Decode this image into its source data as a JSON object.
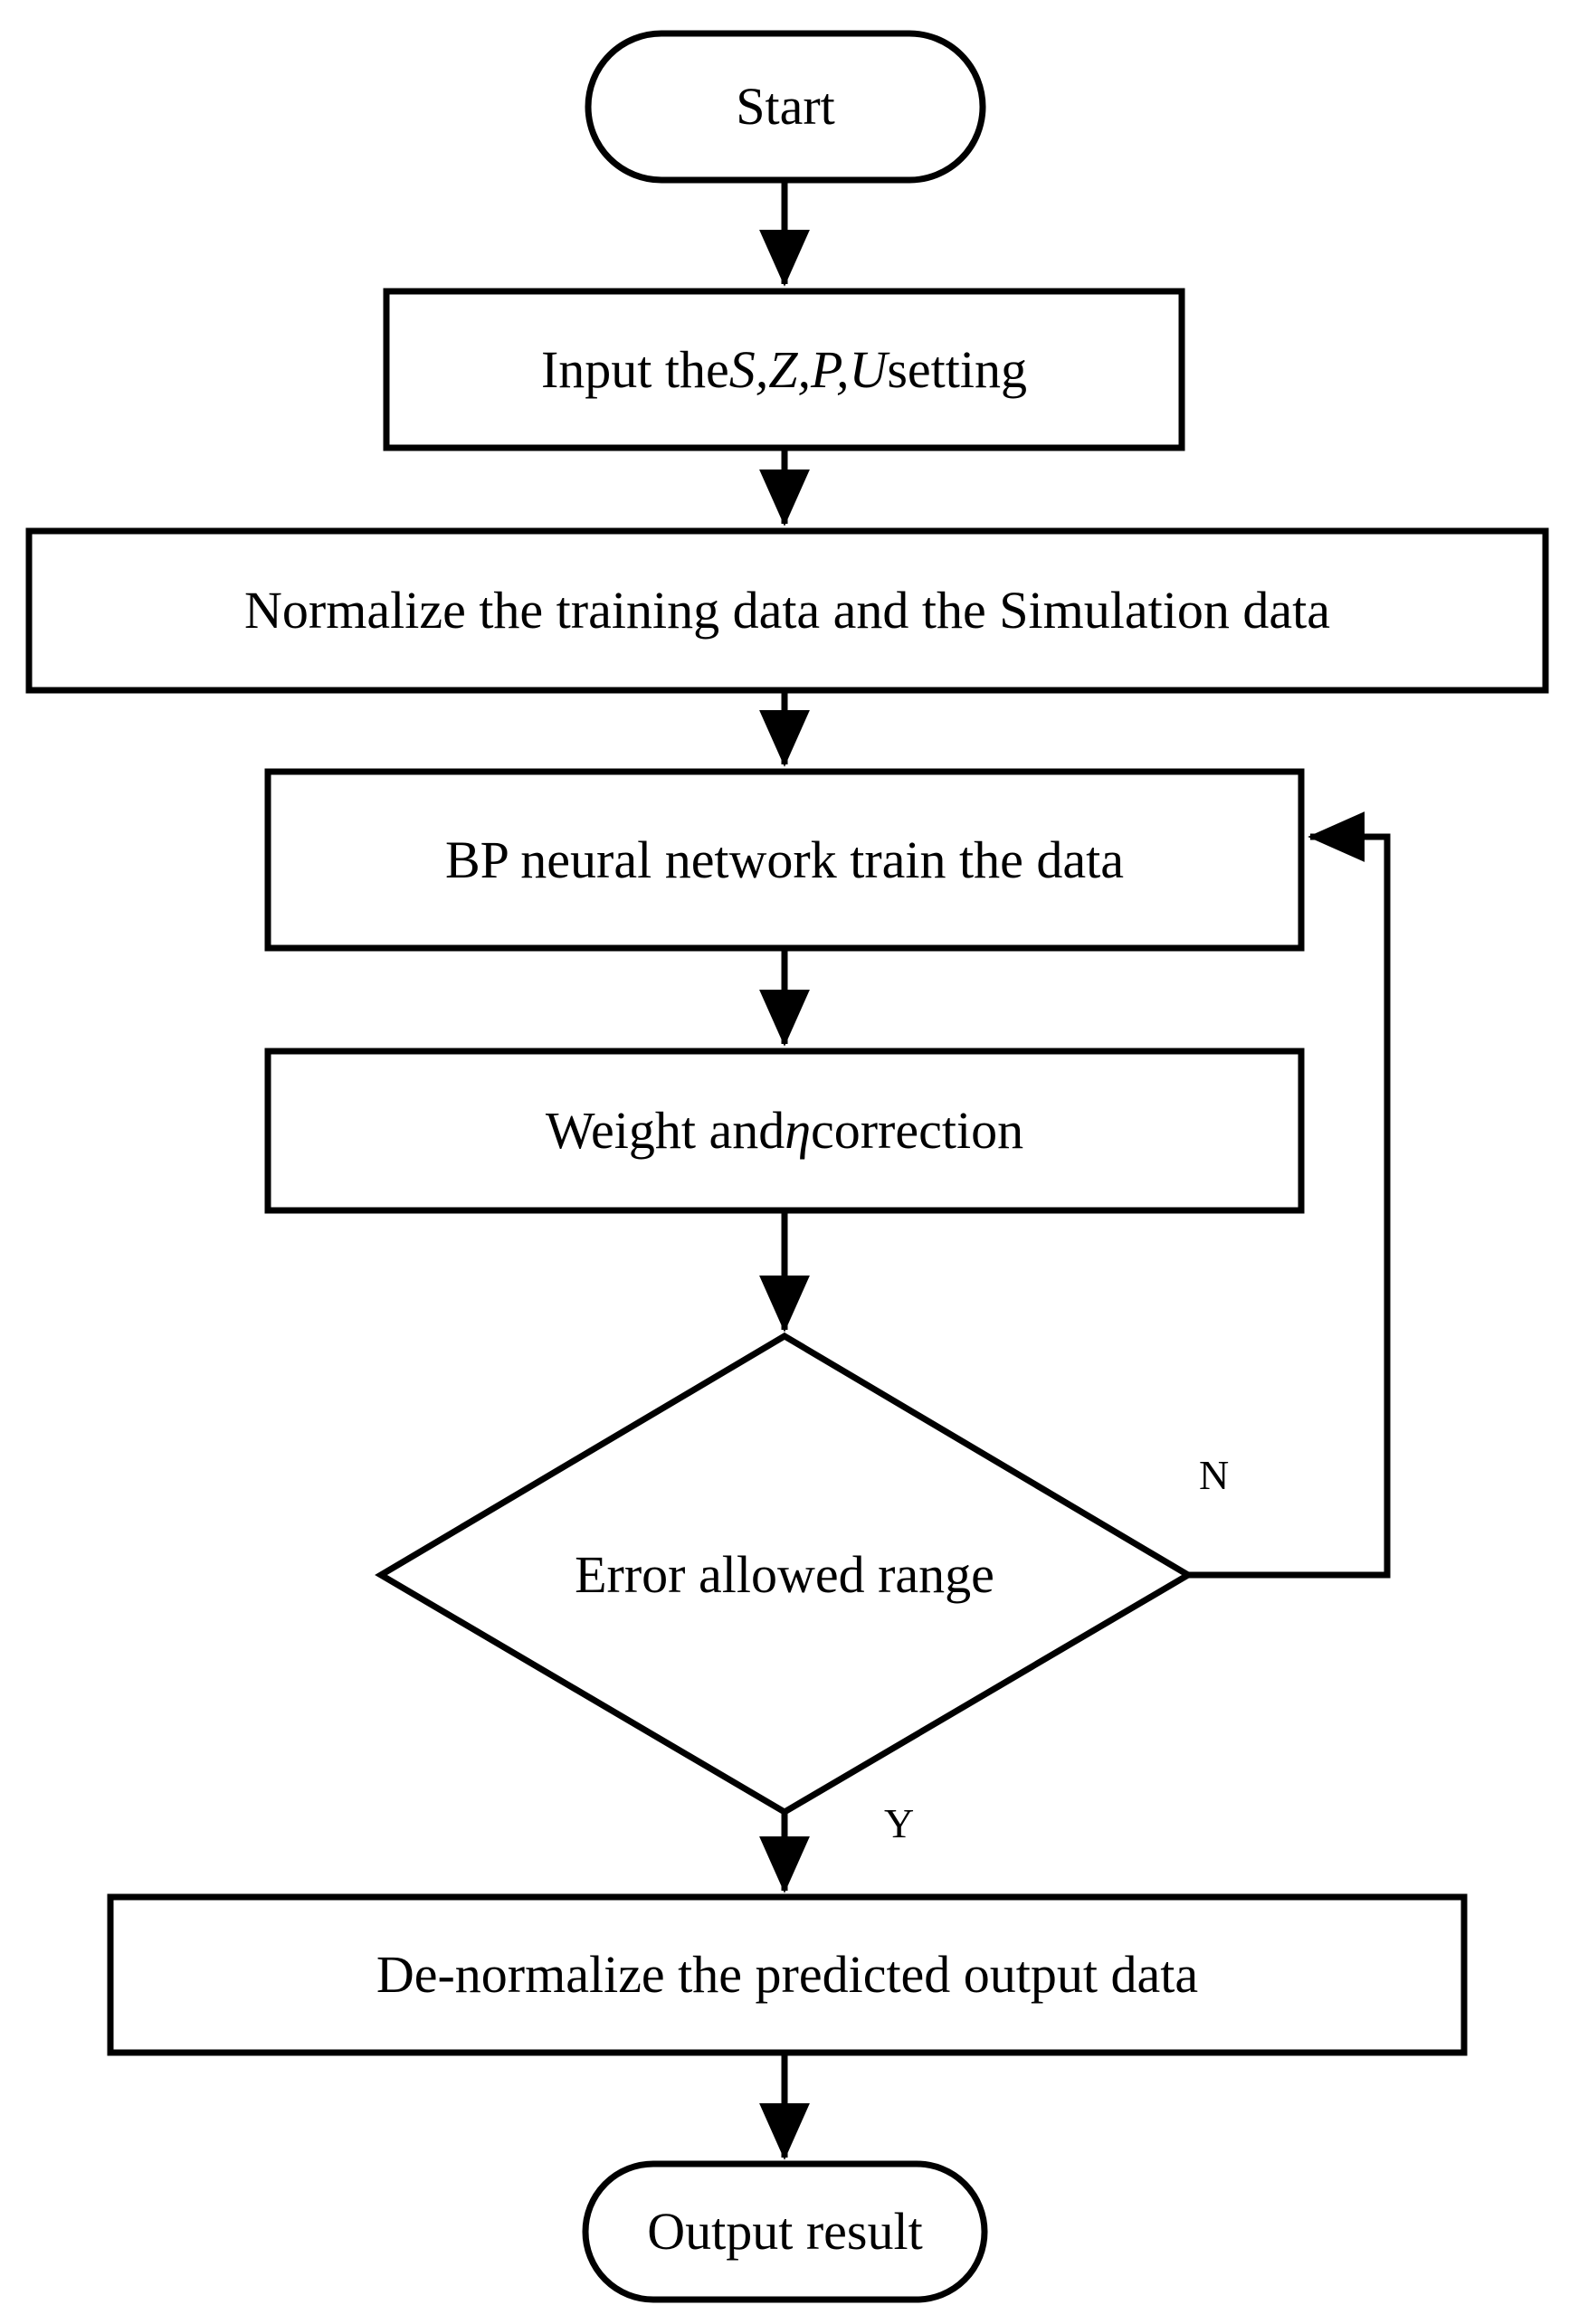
{
  "diagram": {
    "title": "BP neural network prediction flowchart",
    "type": "flowchart",
    "stroke_color": "#000000",
    "fill_color": "#ffffff",
    "background_color": "#ffffff"
  },
  "nodes": {
    "start": {
      "shape": "terminator",
      "label": "Start"
    },
    "input_setting": {
      "shape": "process",
      "label_prefix": "Input the ",
      "label_vars": "S,Z,P,U",
      "label_suffix": " setting",
      "label_full": "Input the S,Z,P,U setting"
    },
    "normalize": {
      "shape": "process",
      "label": "Normalize the training data and the Simulation data"
    },
    "train": {
      "shape": "process",
      "label": "BP neural network train the data"
    },
    "correction": {
      "shape": "process",
      "label_prefix": "Weight and ",
      "label_vars": "η",
      "label_suffix": " correction",
      "label_full": "Weight and η correction"
    },
    "decision": {
      "shape": "decision",
      "label": "Error allowed range"
    },
    "denormalize": {
      "shape": "process",
      "label": "De-normalize the predicted output data"
    },
    "output": {
      "shape": "terminator",
      "label": "Output result"
    }
  },
  "edge_labels": {
    "decision_no": "N",
    "decision_yes": "Y"
  },
  "connectors": [
    {
      "from": "start",
      "to": "input_setting",
      "label": ""
    },
    {
      "from": "input_setting",
      "to": "normalize",
      "label": ""
    },
    {
      "from": "normalize",
      "to": "train",
      "label": ""
    },
    {
      "from": "train",
      "to": "correction",
      "label": ""
    },
    {
      "from": "correction",
      "to": "decision",
      "label": ""
    },
    {
      "from": "decision",
      "to": "train",
      "label": "N"
    },
    {
      "from": "decision",
      "to": "denormalize",
      "label": "Y"
    },
    {
      "from": "denormalize",
      "to": "output",
      "label": ""
    }
  ]
}
